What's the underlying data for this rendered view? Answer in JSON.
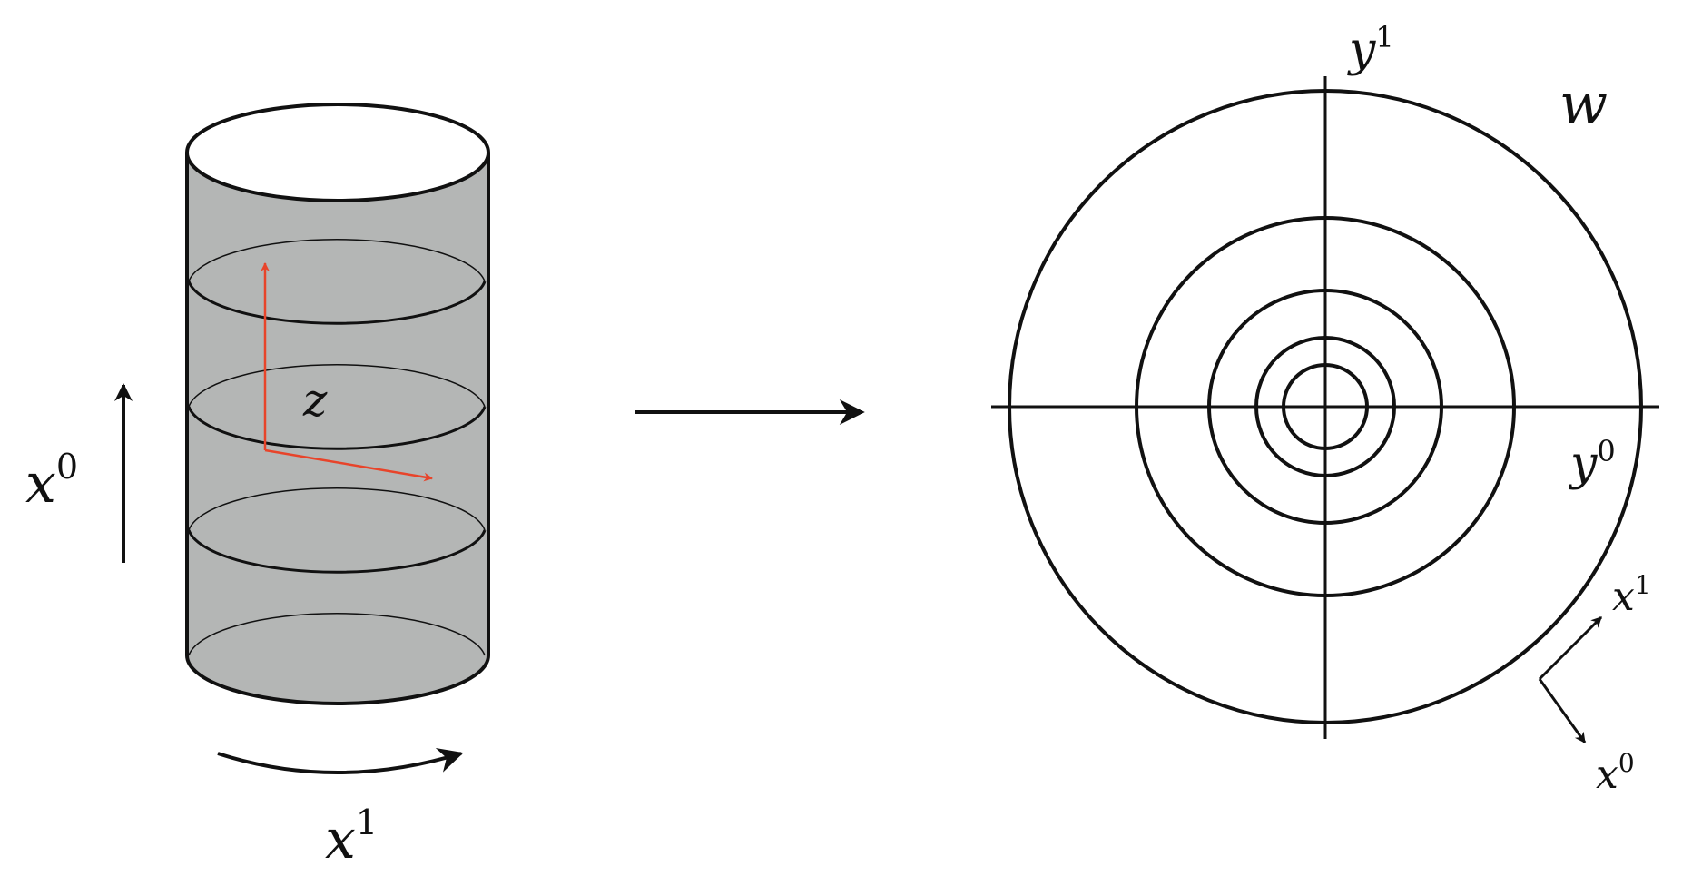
{
  "colors": {
    "stroke": "#111111",
    "cylinder_fill": "#b4b6b5",
    "frame_arrow": "#e8442a"
  },
  "cylinder": {
    "z_label": "z",
    "x0_label": {
      "base": "x",
      "sup": "0"
    },
    "x1_label": {
      "base": "x",
      "sup": "1"
    }
  },
  "plane": {
    "w_label": "w",
    "y0_label": {
      "base": "y",
      "sup": "0"
    },
    "y1_label": {
      "base": "y",
      "sup": "1"
    },
    "x0_label": {
      "base": "x",
      "sup": "0"
    },
    "x1_label": {
      "base": "x",
      "sup": "1"
    }
  }
}
